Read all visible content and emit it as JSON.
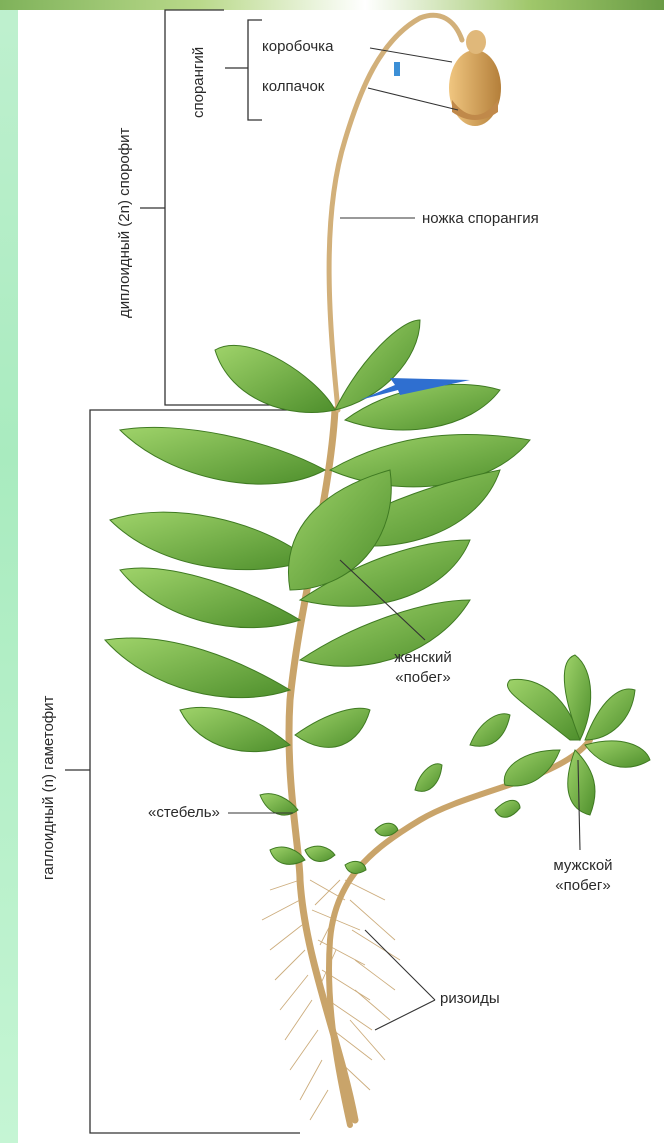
{
  "labels": {
    "capsule": "коробочка",
    "calyptra": "колпачок",
    "seta": "ножка спорангия",
    "female_shoot": "женский «побег»",
    "stem": "«стебель»",
    "male_shoot": "мужской «побег»",
    "rhizoids": "ризоиды",
    "sporangium": "спорангий",
    "sporophyte": "диплоидный (2n) спорофит",
    "gametophyte": "гаплоидный (n) гаметофит"
  },
  "colors": {
    "leaf_dark": "#4e8f2c",
    "leaf_light": "#8cc65a",
    "stem": "#c9a46a",
    "capsule": "#d9a85a",
    "arrow": "#2f6fd0",
    "line": "#333333",
    "side_strip": "#b6eec8"
  }
}
